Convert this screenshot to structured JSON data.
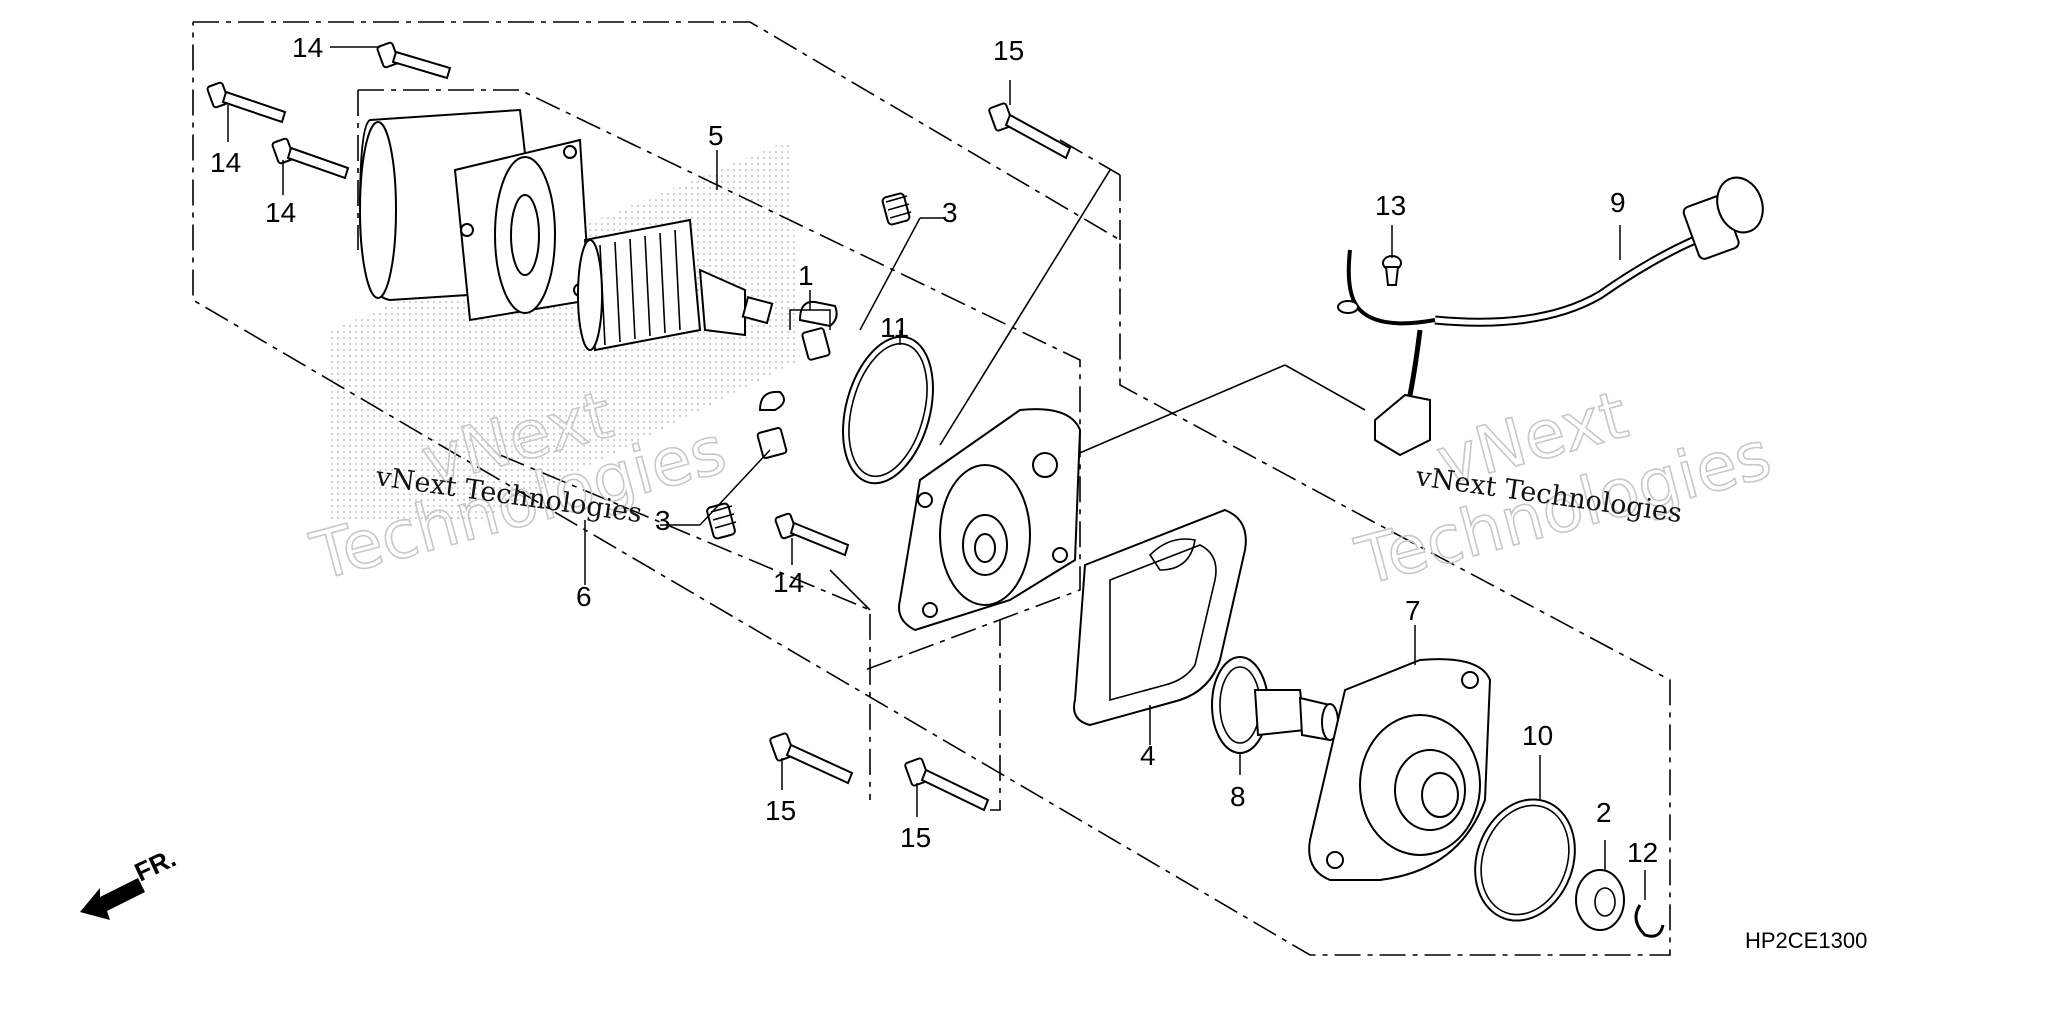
{
  "callouts": [
    {
      "n": "1"
    },
    {
      "n": "2"
    },
    {
      "n": "3"
    },
    {
      "n": "3"
    },
    {
      "n": "4"
    },
    {
      "n": "5"
    },
    {
      "n": "6"
    },
    {
      "n": "7"
    },
    {
      "n": "8"
    },
    {
      "n": "9"
    },
    {
      "n": "10"
    },
    {
      "n": "11"
    },
    {
      "n": "12"
    },
    {
      "n": "13"
    },
    {
      "n": "14"
    },
    {
      "n": "14"
    },
    {
      "n": "14"
    },
    {
      "n": "14"
    },
    {
      "n": "15"
    },
    {
      "n": "15"
    },
    {
      "n": "15"
    }
  ],
  "watermarks": {
    "small_text": "vNext Technologies",
    "big_line1": "vNext",
    "big_line2": "Technologies"
  },
  "front_label": "FR.",
  "diagram_code": "HP2CE1300"
}
